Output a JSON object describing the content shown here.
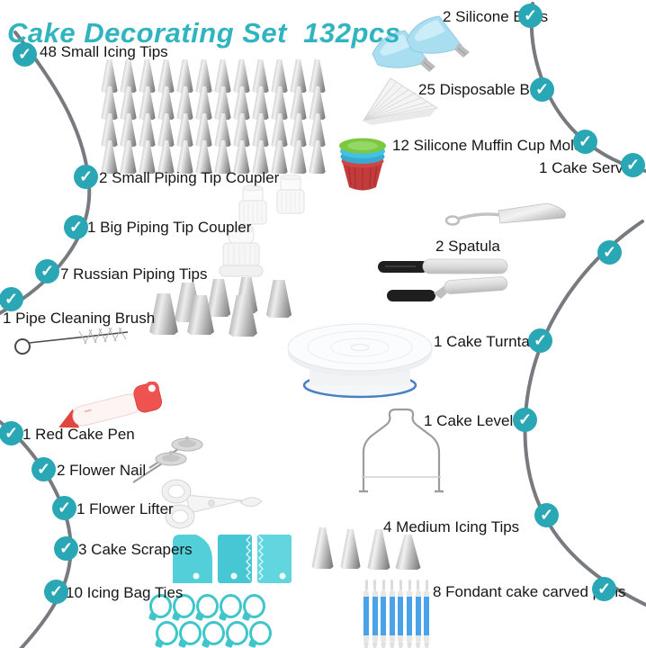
{
  "title": "Cake Decorating Set  132pcs",
  "checkmark_glyph": "✓",
  "colors": {
    "accent_teal": "#2aa7b5",
    "title_teal": "#30b4c0",
    "curve_gray": "#5f6368",
    "label_black": "#161616",
    "scraper_teal": "#52cfd8",
    "tie_teal": "#3ec6cb",
    "pen_blue": "#4aa3e8",
    "bag_blue": "#a9ddf0",
    "cup_green": "#7cc83f",
    "cup_cyan": "#44c0e0",
    "cup_blue": "#3aa9d0",
    "cup_red": "#c43b3b",
    "turntable_blue": "#4a7fc1",
    "cake_pen_red": "#ef5350"
  },
  "items": {
    "small_icing_tips": {
      "label": "48 Small Icing Tips",
      "count": 48
    },
    "silicone_bags": {
      "label": "2 Silicone Bags",
      "count": 2
    },
    "disposable_bags": {
      "label": "25 Disposable Bags",
      "count": 25
    },
    "muffin_cup_molds": {
      "label": "12 Silicone Muffin Cup Molds",
      "count": 12
    },
    "cake_server": {
      "label": "1 Cake Server",
      "count": 1
    },
    "small_piping_tip_coupler": {
      "label": "2 Small Piping Tip Coupler",
      "count": 2
    },
    "big_piping_tip_coupler": {
      "label": "1 Big Piping Tip Coupler",
      "count": 1
    },
    "spatula": {
      "label": "2 Spatula",
      "count": 2
    },
    "russian_piping_tips": {
      "label": "7 Russian Piping Tips",
      "count": 7
    },
    "pipe_cleaning_brush": {
      "label": "1 Pipe Cleaning Brush",
      "count": 1
    },
    "cake_turntable": {
      "label": "1 Cake Turntable",
      "count": 1
    },
    "cake_leveller": {
      "label": "1 Cake Leveller",
      "count": 1
    },
    "red_cake_pen": {
      "label": "1 Red Cake Pen",
      "count": 1
    },
    "flower_nail": {
      "label": "2 Flower Nail",
      "count": 2
    },
    "flower_lifter": {
      "label": "1 Flower Lifter",
      "count": 1
    },
    "medium_icing_tips": {
      "label": "4 Medium Icing Tips",
      "count": 4
    },
    "cake_scrapers": {
      "label": "3 Cake Scrapers",
      "count": 3
    },
    "icing_bag_ties": {
      "label": "10 Icing Bag Ties",
      "count": 10
    },
    "fondant_pens": {
      "label": "8 Fondant cake carved pens",
      "count": 8
    }
  }
}
